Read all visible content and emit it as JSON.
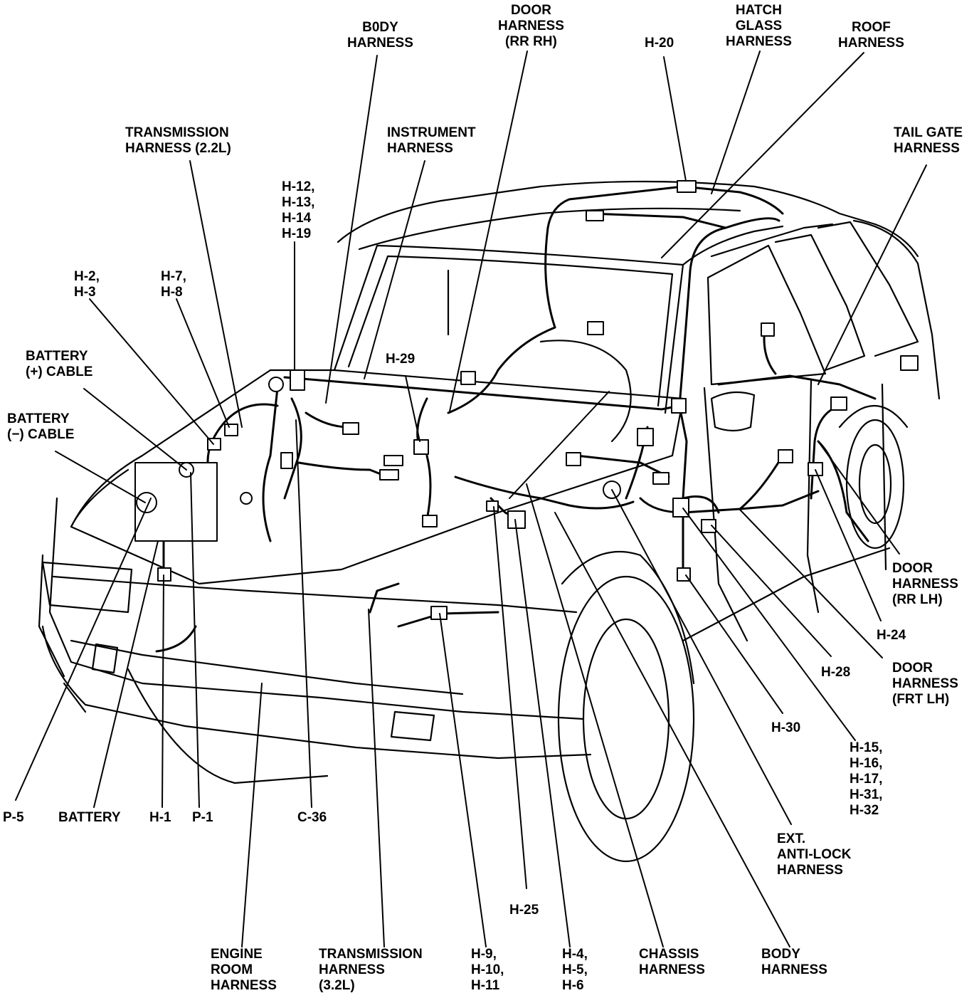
{
  "labels": {
    "body_harness_top": "B0DY\nHARNESS",
    "door_harness_rr_rh": "DOOR\nHARNESS\n(RR RH)",
    "h20": "H-20",
    "hatch_glass_harness": "HATCH\nGLASS\nHARNESS",
    "roof_harness": "ROOF\nHARNESS",
    "transmission_harness_22": "TRANSMISSION\nHARNESS (2.2L)",
    "instrument_harness": "INSTRUMENT\nHARNESS",
    "tail_gate_harness": "TAIL GATE\nHARNESS",
    "h12_group": "H-12,\nH-13,\nH-14\nH-19",
    "h2_h3": "H-2,\nH-3",
    "h7_h8": "H-7,\nH-8",
    "battery_pos_cable": "BATTERY\n(+) CABLE",
    "battery_neg_cable": "BATTERY\n(−) CABLE",
    "h29": "H-29",
    "door_harness_rr_lh": "DOOR\nHARNESS\n(RR LH)",
    "h24": "H-24",
    "h28": "H-28",
    "door_harness_frt_lh": "DOOR\nHARNESS\n(FRT LH)",
    "h30": "H-30",
    "h15_group": "H-15,\nH-16,\nH-17,\nH-31,\nH-32",
    "ext_antilock_harness": "EXT.\nANTI-LOCK\nHARNESS",
    "p5": "P-5",
    "battery": "BATTERY",
    "h1": "H-1",
    "p1": "P-1",
    "c36": "C-36",
    "h25": "H-25",
    "engine_room_harness": "ENGINE\nROOM\nHARNESS",
    "transmission_harness_32": "TRANSMISSION\nHARNESS\n(3.2L)",
    "h9_group": "H-9,\nH-10,\nH-11",
    "h4_group": "H-4,\nH-5,\nH-6",
    "chassis_harness": "CHASSIS\nHARNESS",
    "body_harness_bottom": "BODY\nHARNESS"
  }
}
